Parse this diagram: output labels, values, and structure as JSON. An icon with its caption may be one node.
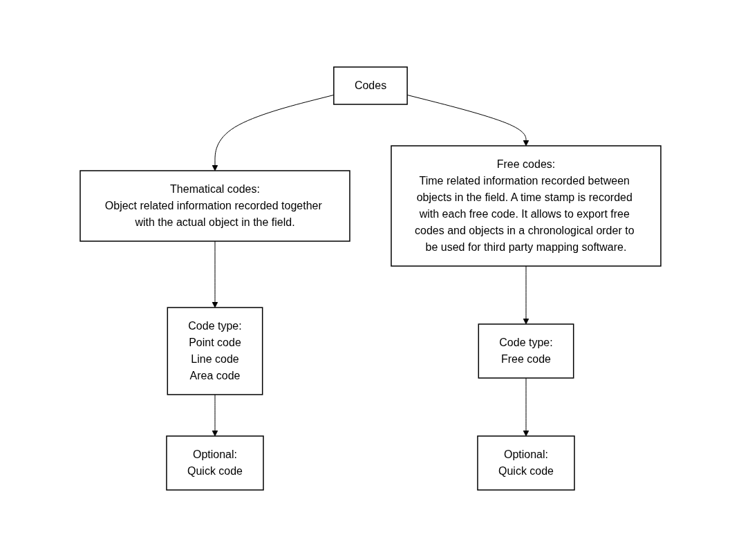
{
  "diagram": {
    "nodes": [
      {
        "text": [
          "Codes"
        ]
      },
      {
        "text": [
          "Thematical codes:",
          "Object related information recorded together with the actual object in the field."
        ]
      },
      {
        "text": [
          "Free codes:",
          "Time related information recorded between objects in the field. A time stamp is recorded with each free code. It allows to export free codes and objects in a chronological order to be used for third party mapping software."
        ]
      },
      {
        "text": [
          "Code type:",
          "Point code",
          "Line code",
          "Area code"
        ]
      },
      {
        "text": [
          "Code type:",
          "Free code"
        ]
      },
      {
        "text": [
          "Optional:",
          "Quick code"
        ]
      },
      {
        "text": [
          "Optional:",
          "Quick code"
        ]
      }
    ],
    "edges": [
      {
        "from": 0,
        "to": 1,
        "arrow": "to"
      },
      {
        "from": 0,
        "to": 2,
        "arrow": "to"
      },
      {
        "from": 1,
        "to": 3,
        "arrow": "to"
      },
      {
        "from": 2,
        "to": 4,
        "arrow": "to"
      },
      {
        "from": 3,
        "to": 5,
        "arrow": "to"
      },
      {
        "from": 4,
        "to": 6,
        "arrow": "to"
      }
    ]
  }
}
